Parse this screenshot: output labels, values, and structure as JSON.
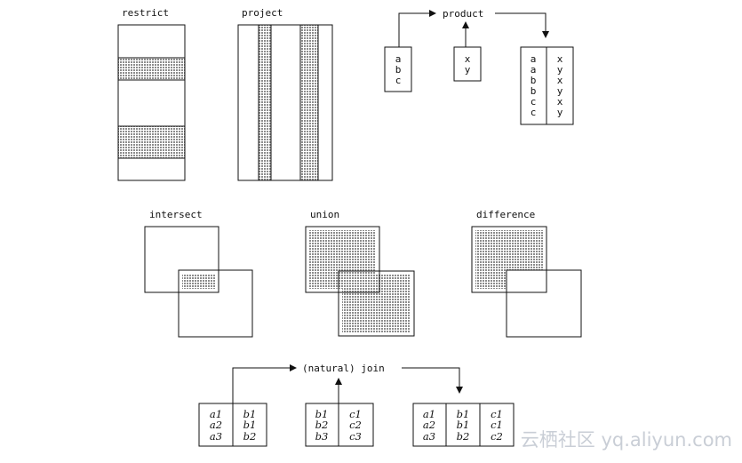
{
  "operations": {
    "restrict": {
      "label": "restrict"
    },
    "project": {
      "label": "project"
    },
    "product": {
      "label": "product",
      "left": [
        "a",
        "b",
        "c"
      ],
      "right": [
        "x",
        "y"
      ],
      "result": [
        [
          "a",
          "x"
        ],
        [
          "a",
          "y"
        ],
        [
          "b",
          "x"
        ],
        [
          "b",
          "y"
        ],
        [
          "c",
          "x"
        ],
        [
          "c",
          "y"
        ]
      ]
    },
    "intersect": {
      "label": "intersect"
    },
    "union": {
      "label": "union"
    },
    "difference": {
      "label": "difference"
    },
    "join": {
      "label": "(natural) join",
      "left": [
        [
          "a1",
          "b1"
        ],
        [
          "a2",
          "b1"
        ],
        [
          "a3",
          "b2"
        ]
      ],
      "right": [
        [
          "b1",
          "c1"
        ],
        [
          "b2",
          "c2"
        ],
        [
          "b3",
          "c3"
        ]
      ],
      "result": [
        [
          "a1",
          "b1",
          "c1"
        ],
        [
          "a2",
          "b1",
          "c1"
        ],
        [
          "a3",
          "b2",
          "c2"
        ]
      ]
    }
  },
  "watermark": {
    "text": "云栖社区 yq.aliyun.com"
  },
  "colors": {
    "ink": "#111111",
    "shade": "#9a9a9a",
    "background": "#ffffff"
  }
}
